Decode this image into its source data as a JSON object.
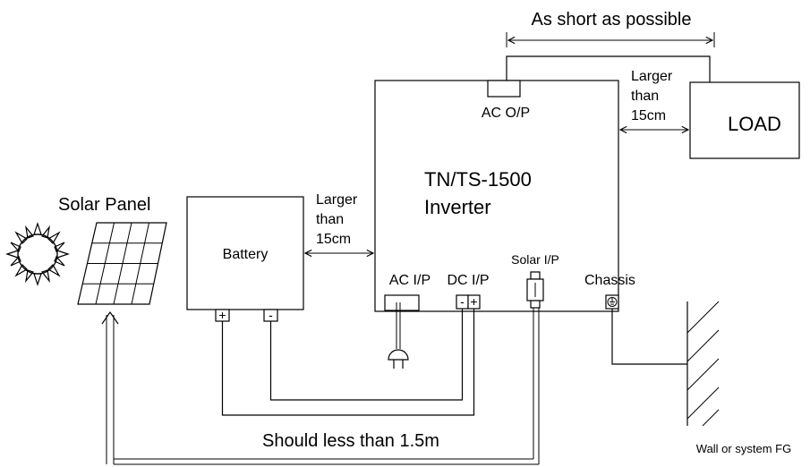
{
  "labels": {
    "as_short_as_possible": "As short as possible",
    "ac_output": "AC O/P",
    "load": "LOAD",
    "load_spacing": [
      "Larger",
      "than",
      "15cm"
    ],
    "battery_spacing": [
      "Larger",
      "than",
      "15cm"
    ],
    "inverter_model": "TN/TS-1500",
    "inverter_name": "Inverter",
    "solar_panel": "Solar Panel",
    "battery": "Battery",
    "ac_input": "AC I/P",
    "dc_input": "DC I/P",
    "solar_input": "Solar I/P",
    "chassis": "Chassis",
    "battery_positive": "+",
    "battery_negative": "-",
    "dc_negative": "-",
    "dc_positive": "+",
    "cable_length_note": "Should less than 1.5m",
    "wall_label": "Wall or system FG"
  }
}
